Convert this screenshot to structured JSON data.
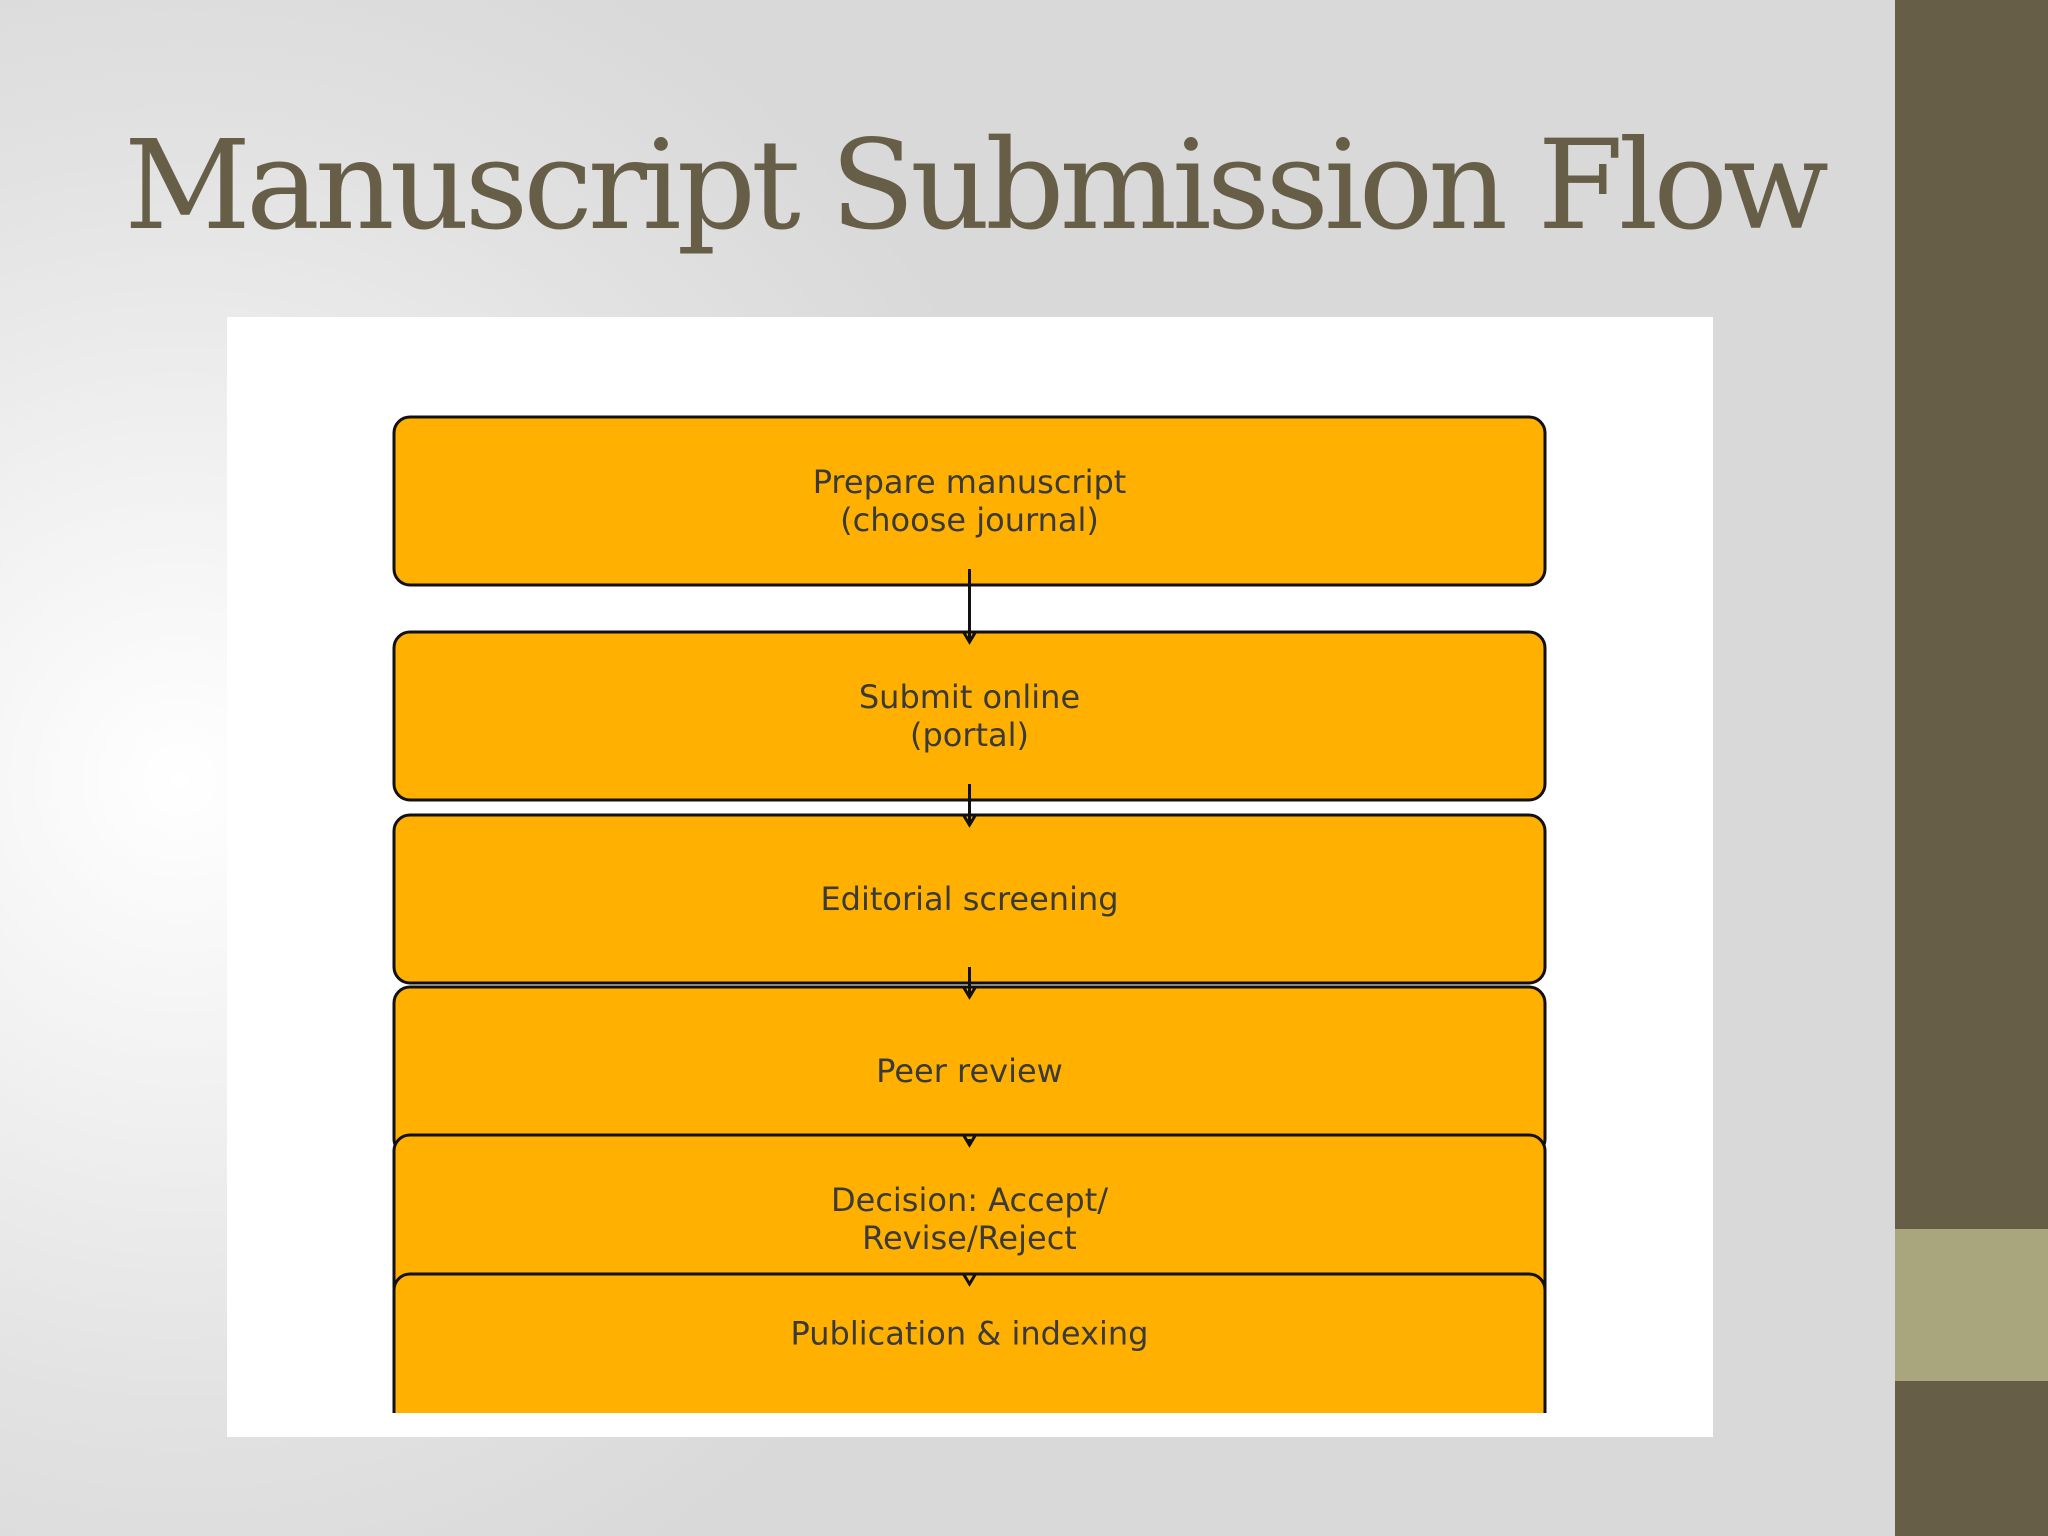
{
  "slide": {
    "title": "Manuscript Submission Flow"
  },
  "colors": {
    "box_fill": "#ffb000",
    "box_stroke": "#111111",
    "title_color": "#675e48",
    "sidebar": "#675e48",
    "sidebar_accent": "#a9a57c"
  },
  "flow": {
    "steps": [
      {
        "lines": [
          "Prepare manuscript",
          "(choose journal)"
        ]
      },
      {
        "lines": [
          "Submit online",
          "(portal)"
        ]
      },
      {
        "lines": [
          "Editorial screening"
        ]
      },
      {
        "lines": [
          "Peer review"
        ]
      },
      {
        "lines": [
          "Decision: Accept/",
          "Revise/Reject"
        ]
      },
      {
        "lines": [
          "Publication & indexing"
        ]
      }
    ]
  }
}
